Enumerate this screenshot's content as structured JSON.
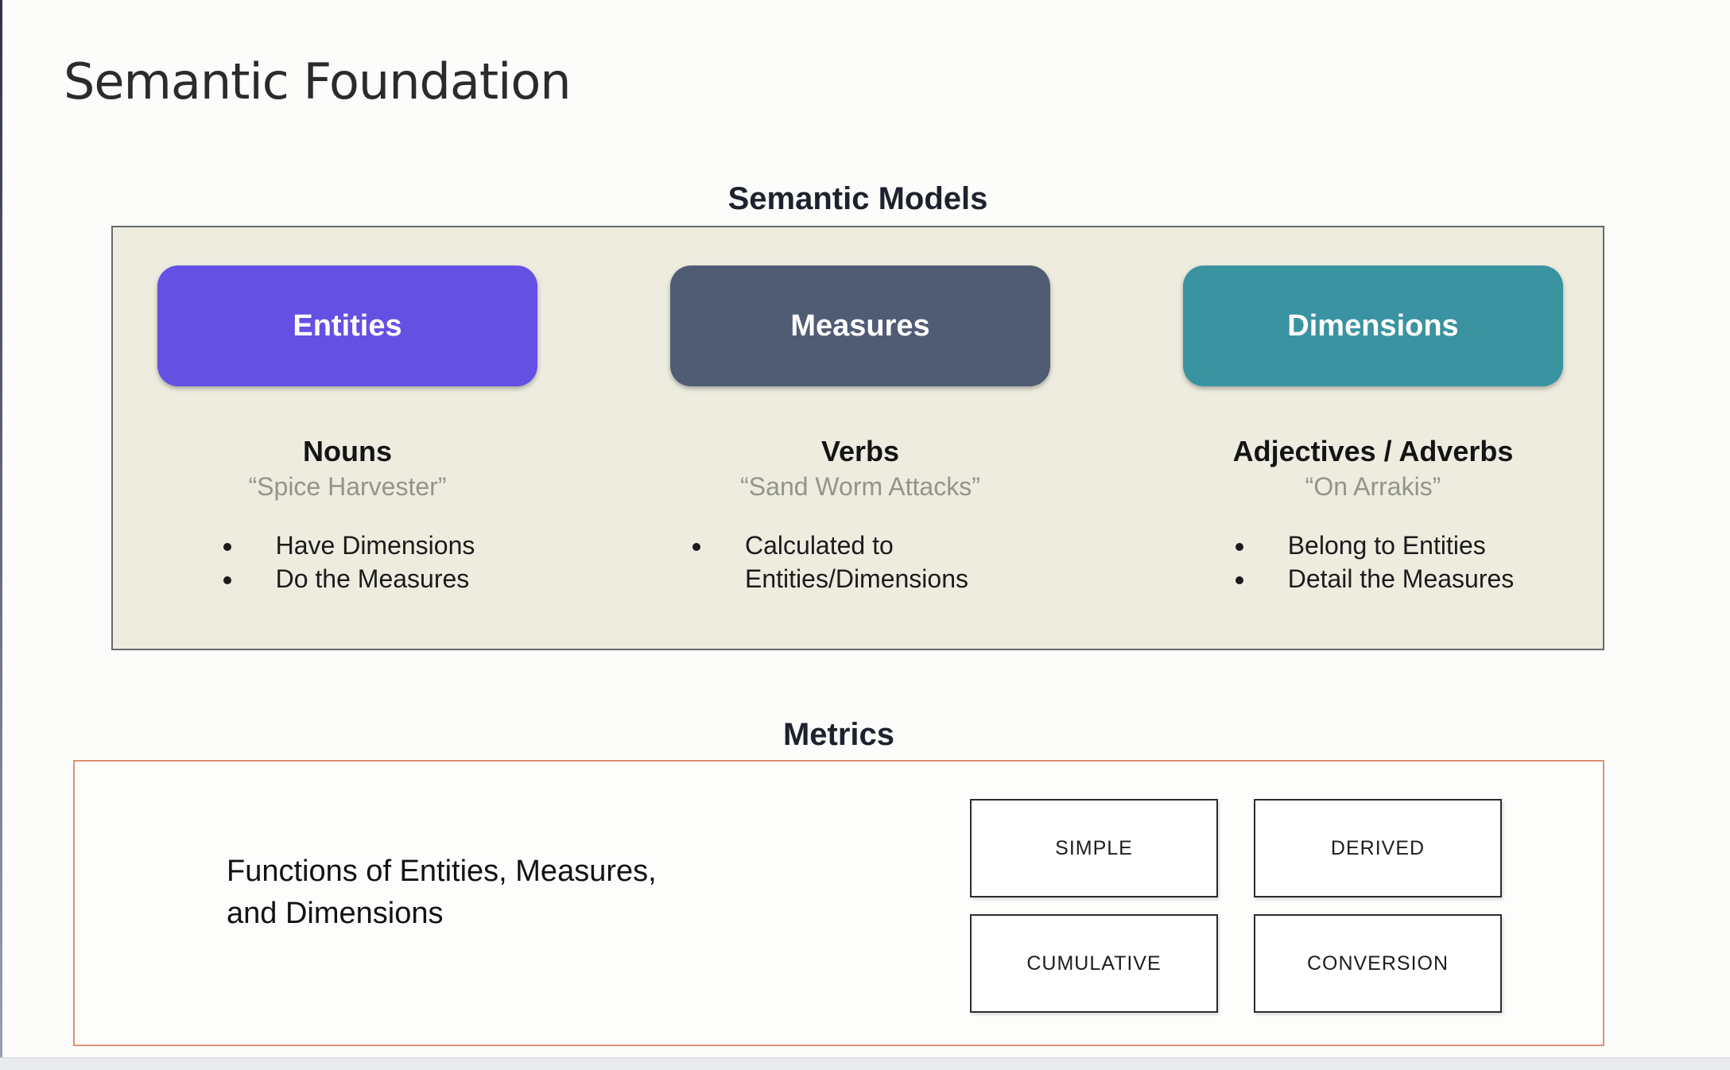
{
  "page": {
    "title": "Semantic Foundation"
  },
  "semantic_models": {
    "heading": "Semantic Models",
    "panel_bg_color": "#edecdf",
    "columns": [
      {
        "pill": "Entities",
        "pill_color": "#6550e4",
        "word_type": "Nouns",
        "example": "“Spice Harvester”",
        "bullets": [
          "Have Dimensions",
          "Do the Measures"
        ]
      },
      {
        "pill": "Measures",
        "pill_color": "#4f5c74",
        "word_type": "Verbs",
        "example": "“Sand Worm Attacks”",
        "bullets": [
          "Calculated to Entities/Dimensions"
        ]
      },
      {
        "pill": "Dimensions",
        "pill_color": "#3a93a1",
        "word_type": "Adjectives / Adverbs",
        "example": "“On Arrakis”",
        "bullets": [
          "Belong to Entities",
          "Detail the Measures"
        ]
      }
    ]
  },
  "metrics": {
    "heading": "Metrics",
    "border_color": "#dd8f74",
    "description_line1": "Functions of Entities, Measures,",
    "description_line2": "and Dimensions",
    "types": [
      "SIMPLE",
      "DERIVED",
      "CUMULATIVE",
      "CONVERSION"
    ]
  }
}
